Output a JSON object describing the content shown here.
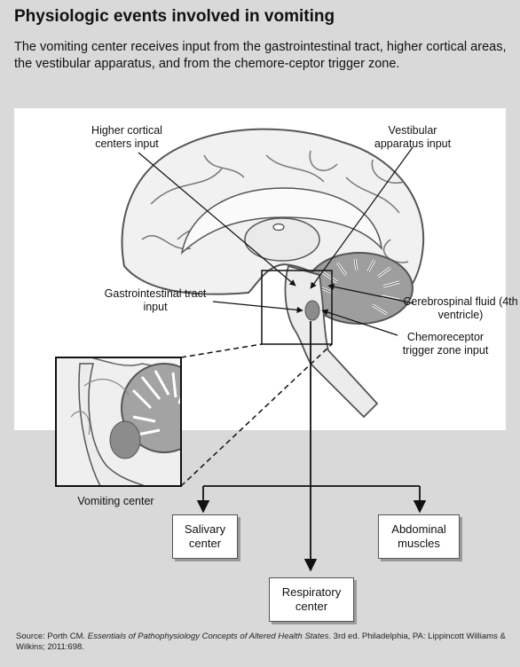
{
  "title": "Physiologic events involved in vomiting",
  "intro": "The vomiting center receives input from the gastrointestinal tract, higher cortical areas, the vestibular apparatus, and from the chemore-ceptor trigger zone.",
  "labels": {
    "higher_cortical": "Higher cortical centers input",
    "vestibular": "Vestibular apparatus input",
    "gastrointestinal": "Gastrointestinal tract input",
    "csf": "Cerebrospinal fluid (4th ventricle)",
    "ctz": "Chemoreceptor trigger zone input",
    "vomiting_center": "Vomiting center"
  },
  "boxes": {
    "salivary": "Salivary center",
    "abdominal": "Abdominal muscles",
    "respiratory": "Respiratory center"
  },
  "source": {
    "prefix": "Source: Porth CM. ",
    "book": "Essentials of Pathophysiology Concepts of Altered Health States",
    "suffix": ". 3rd ed. Philadelphia, PA: Lippincott Williams & Wilkins; 2011:698."
  },
  "colors": {
    "background": "#d9d9d9",
    "panel": "#ffffff",
    "vomiting_center_marker": "#8c8c8c"
  }
}
